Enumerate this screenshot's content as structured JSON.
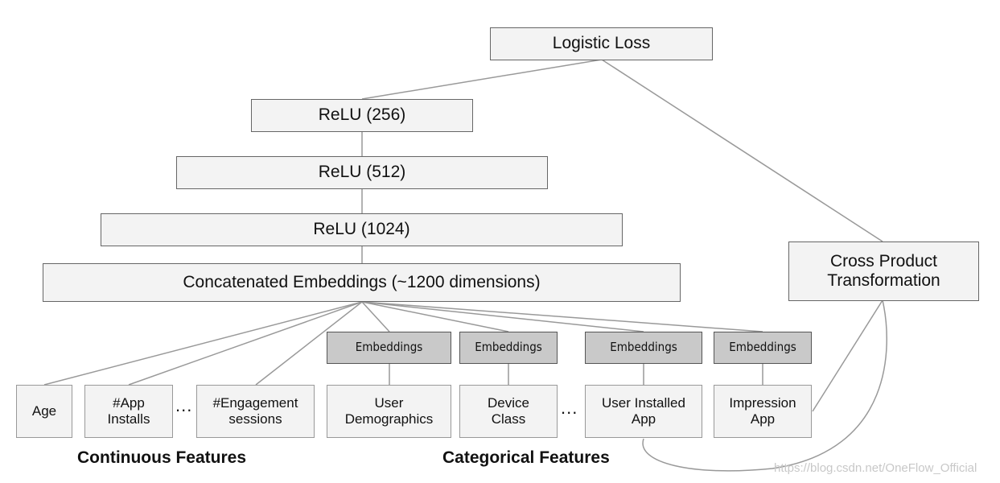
{
  "top": {
    "logistic_loss": "Logistic Loss"
  },
  "deep": {
    "relu_256": "ReLU (256)",
    "relu_512": "ReLU (512)",
    "relu_1024": "ReLU (1024)",
    "concat": "Concatenated Embeddings (~1200 dimensions)"
  },
  "wide": {
    "cross_product": "Cross Product\nTransformation"
  },
  "embedding_label": "Embeddings",
  "continuous": [
    "Age",
    "#App\nInstalls",
    "#Engagement\nsessions"
  ],
  "categorical": [
    "User\nDemographics",
    "Device\nClass",
    "User Installed\nApp",
    "Impression\nApp"
  ],
  "ellipsis": "...",
  "sections": {
    "continuous": "Continuous Features",
    "categorical": "Categorical Features"
  },
  "watermark": "https://blog.csdn.net/OneFlow_Official"
}
